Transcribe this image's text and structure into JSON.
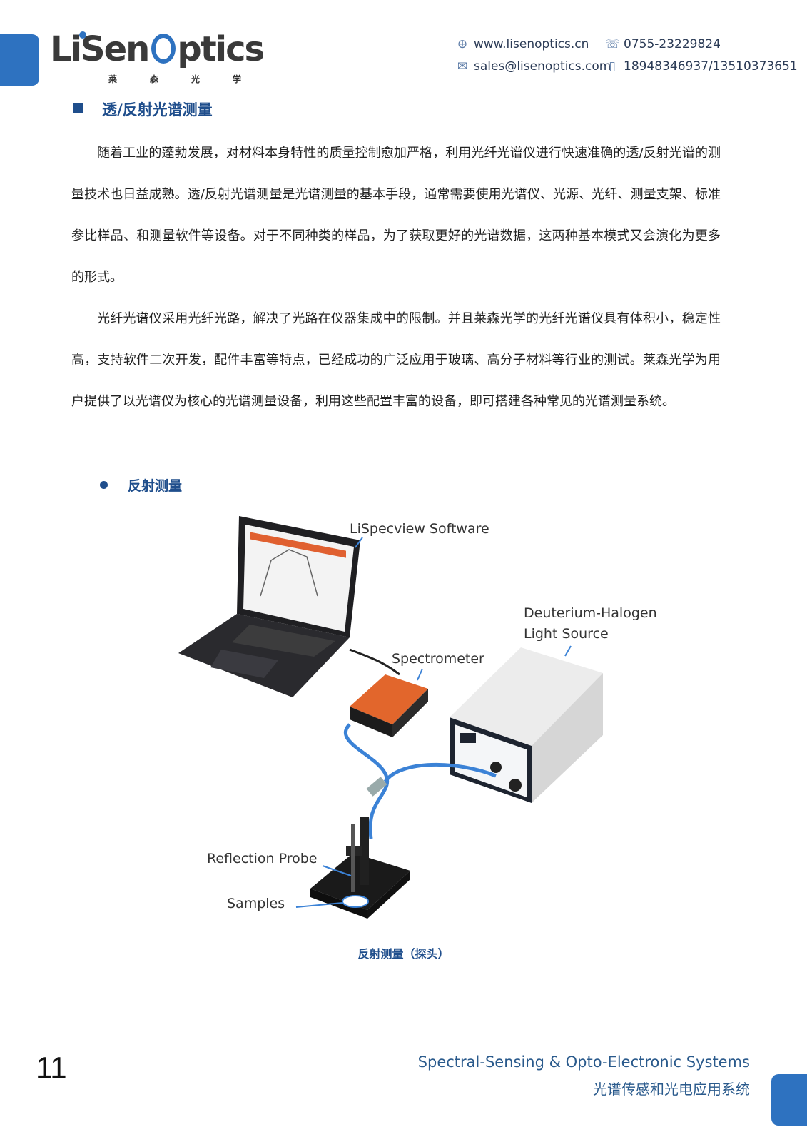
{
  "header": {
    "logo_text_before": "LiSen",
    "logo_text_after": "ptics",
    "logo_cn": "莱森光学",
    "website": "www.lisenoptics.cn",
    "phone": "0755-23229824",
    "email": "sales@lisenoptics.com",
    "mobile": "18948346937/13510373651"
  },
  "section": {
    "title": "透/反射光谱测量",
    "paragraphs": [
      "随着工业的蓬勃发展，对材料本身特性的质量控制愈加严格，利用光纤光谱仪进行快速准确的透/反射光谱的测量技术也日益成熟。透/反射光谱测量是光谱测量的基本手段，通常需要使用光谱仪、光源、光纤、测量支架、标准参比样品、和测量软件等设备。对于不同种类的样品，为了获取更好的光谱数据，这两种基本模式又会演化为更多的形式。",
      "光纤光谱仪采用光纤光路，解决了光路在仪器集成中的限制。并且莱森光学的光纤光谱仪具有体积小，稳定性高，支持软件二次开发，配件丰富等特点，已经成功的广泛应用于玻璃、高分子材料等行业的测试。莱森光学为用户提供了以光谱仪为核心的光谱测量设备，利用这些配置丰富的设备，即可搭建各种常见的光谱测量系统。"
    ],
    "subtitle": "反射测量"
  },
  "diagram": {
    "labels": {
      "software": "LiSpecview Software",
      "light_source_line1": "Deuterium-Halogen",
      "light_source_line2": "Light Source",
      "spectrometer": "Spectrometer",
      "probe": "Reflection Probe",
      "samples": "Samples"
    },
    "caption": "反射测量（探头）"
  },
  "footer": {
    "page_number": "11",
    "title_en": "Spectral-Sensing & Opto-Electronic Systems",
    "title_cn": "光谱传感和光电应用系统"
  },
  "colors": {
    "brand_blue": "#2e72c0",
    "heading_blue": "#1f4e8c",
    "fiber_blue": "#3b82d6"
  }
}
